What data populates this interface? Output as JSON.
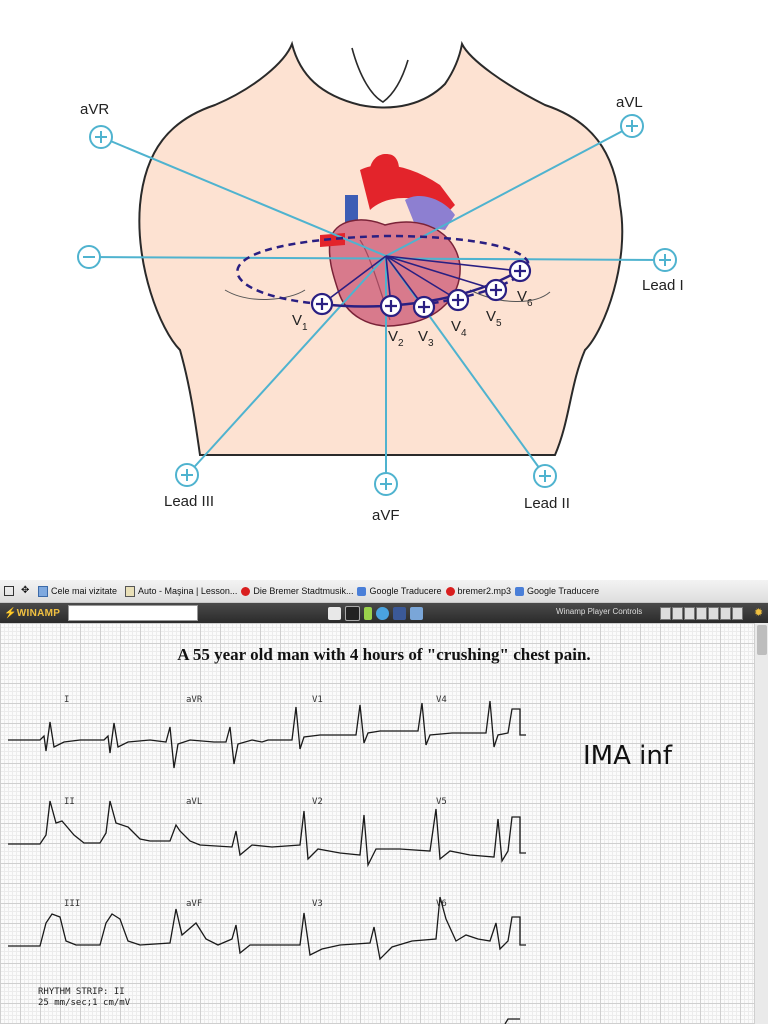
{
  "diagram": {
    "labels": {
      "avr": "aVR",
      "avl": "aVL",
      "lead_i": "Lead I",
      "lead_ii": "Lead II",
      "lead_iii": "Lead III",
      "avf": "aVF",
      "v1": "V",
      "v2": "V",
      "v3": "V",
      "v4": "V",
      "v5": "V",
      "v6": "V",
      "v1_sub": "1",
      "v2_sub": "2",
      "v3_sub": "3",
      "v4_sub": "4",
      "v5_sub": "5",
      "v6_sub": "6"
    },
    "colors": {
      "skin": "#fde2d2",
      "lead_line": "#4fb3cf",
      "precordial": "#2a1f82"
    }
  },
  "browser": {
    "bookmarks": [
      {
        "label": "Cele mai vizitate",
        "icon": "page-icon"
      },
      {
        "label": "Auto - Maşina | Lesson...",
        "icon": "book-icon"
      },
      {
        "label": "Die Bremer Stadtmusik...",
        "icon": "red-dot-icon"
      },
      {
        "label": "Google Traducere",
        "icon": "translate-icon"
      },
      {
        "label": "bremer2.mp3",
        "icon": "red-dot-icon"
      },
      {
        "label": "Google Traducere",
        "icon": "translate-icon"
      }
    ],
    "winamp_logo": "WINAMP",
    "search_value": "",
    "player_controls_label": "Winamp Player Controls"
  },
  "ecg": {
    "title": "A 55 year old man with 4 hours of \"crushing\" chest pain.",
    "diagnosis": "IMA inf",
    "lead_labels": {
      "i": "I",
      "avr": "aVR",
      "v1": "V1",
      "v4": "V4",
      "ii": "II",
      "avl": "aVL",
      "v2": "V2",
      "v5": "V5",
      "iii": "III",
      "avf": "aVF",
      "v3": "V3",
      "v6": "V6"
    },
    "rhythm_line1": "RHYTHM STRIP: II",
    "rhythm_line2": "25 mm/sec;1 cm/mV"
  }
}
